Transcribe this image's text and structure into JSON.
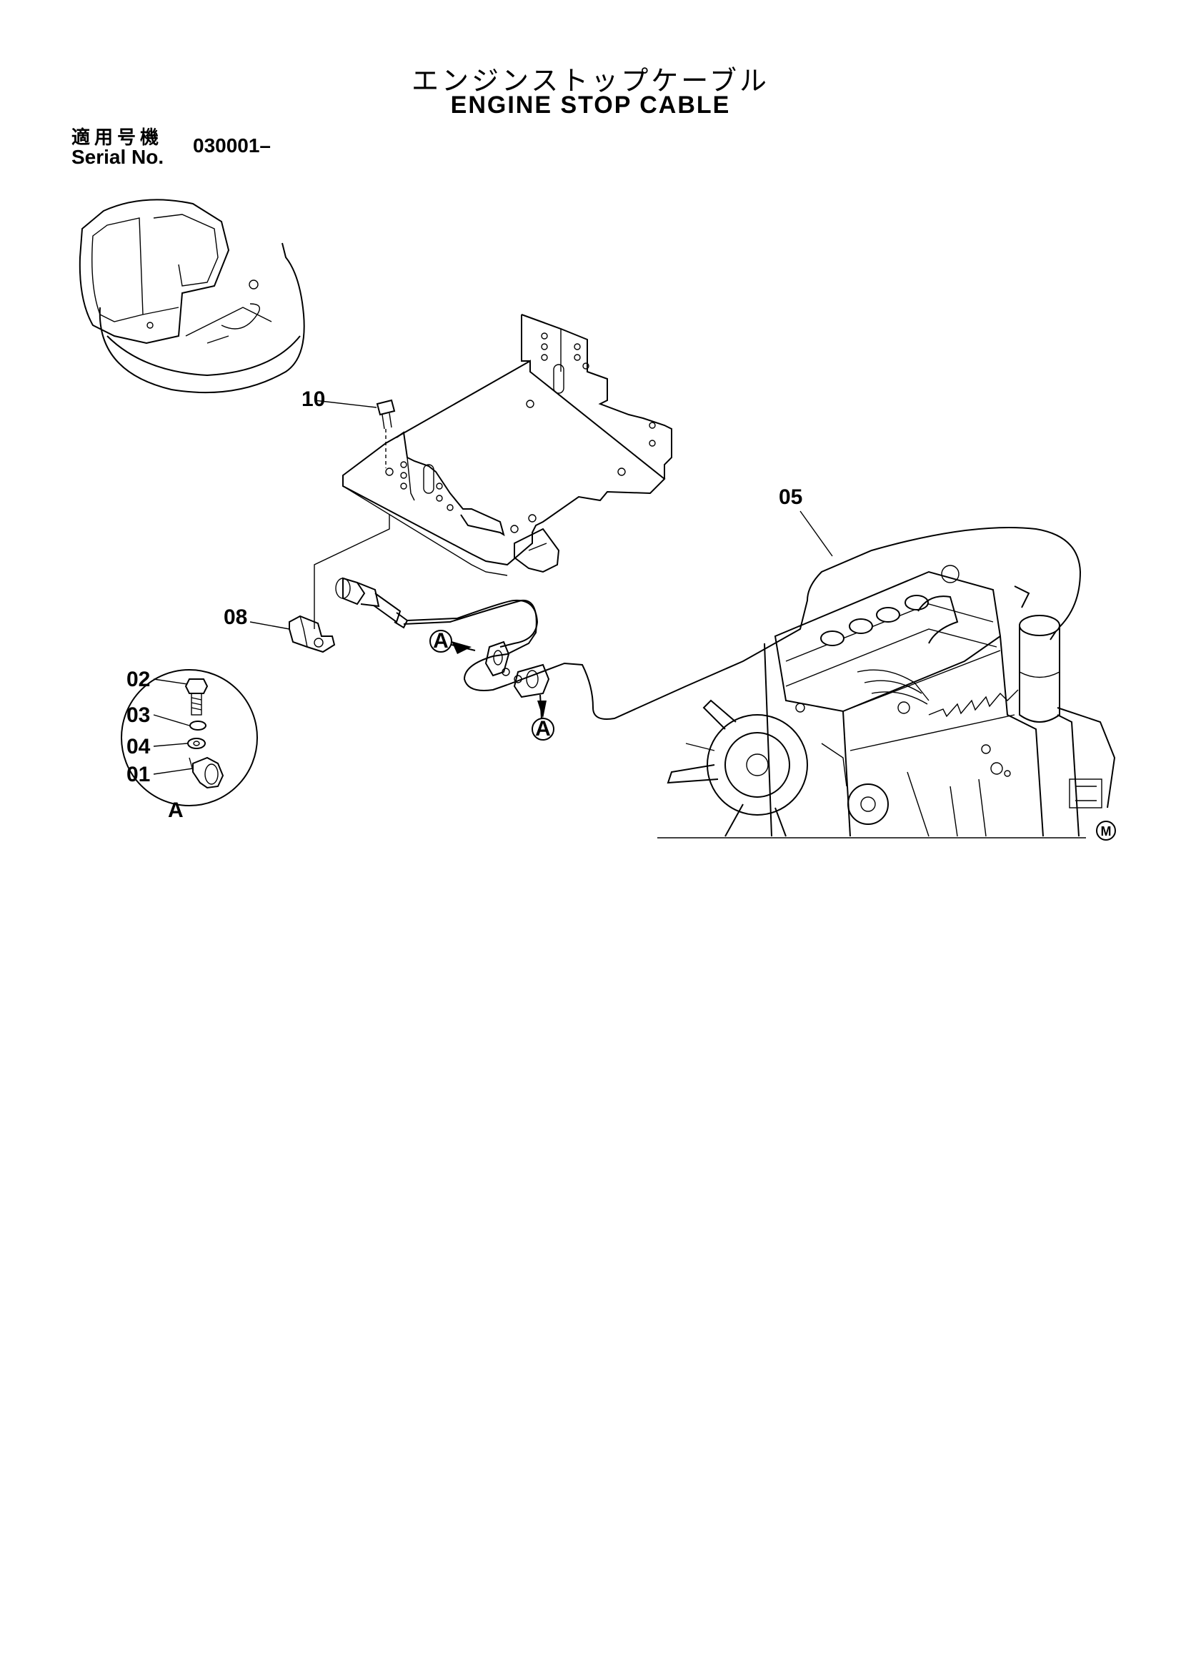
{
  "header": {
    "title_jp": "エンジンストップケーブル",
    "title_en": "ENGINE STOP CABLE",
    "serial_label_jp": "適用号機",
    "serial_label_en": "Serial No.",
    "serial_value": "030001–"
  },
  "callouts": {
    "c10": "10",
    "c05": "05",
    "c08": "08",
    "c02": "02",
    "c03": "03",
    "c04": "04",
    "c01": "01",
    "detail_label": "A",
    "arrow_a1": "A",
    "arrow_a2": "A",
    "mark": "M"
  }
}
